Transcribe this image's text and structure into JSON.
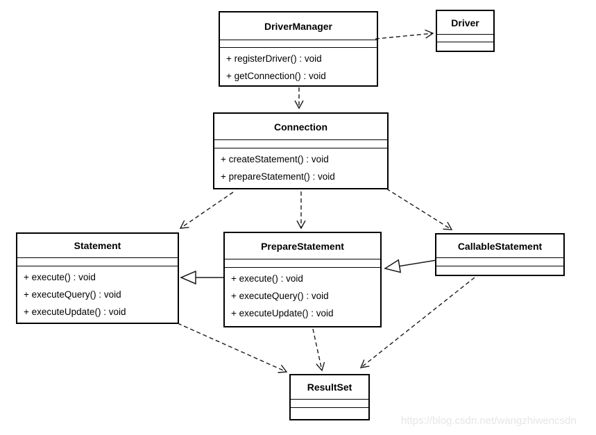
{
  "diagram": {
    "type": "uml-class-diagram",
    "classes": [
      {
        "name": "DriverManager",
        "methods": [
          "+ registerDriver() : void",
          "+ getConnection() : void"
        ]
      },
      {
        "name": "Driver",
        "methods": []
      },
      {
        "name": "Connection",
        "methods": [
          "+ createStatement() : void",
          "+ prepareStatement() : void"
        ]
      },
      {
        "name": "Statement",
        "methods": [
          "+ execute() : void",
          "+ executeQuery() : void",
          "+ executeUpdate() : void"
        ]
      },
      {
        "name": "PrepareStatement",
        "methods": [
          "+ execute() : void",
          "+ executeQuery() : void",
          "+ executeUpdate() : void"
        ]
      },
      {
        "name": "CallableStatement",
        "methods": []
      },
      {
        "name": "ResultSet",
        "methods": []
      }
    ],
    "relationships": [
      {
        "from": "DriverManager",
        "to": "Driver",
        "type": "dependency",
        "line": "dashed",
        "arrowhead": "open"
      },
      {
        "from": "DriverManager",
        "to": "Connection",
        "type": "dependency",
        "line": "dashed",
        "arrowhead": "open"
      },
      {
        "from": "Connection",
        "to": "Statement",
        "type": "dependency",
        "line": "dashed",
        "arrowhead": "open"
      },
      {
        "from": "Connection",
        "to": "PrepareStatement",
        "type": "dependency",
        "line": "dashed",
        "arrowhead": "open"
      },
      {
        "from": "Connection",
        "to": "CallableStatement",
        "type": "dependency",
        "line": "dashed",
        "arrowhead": "open"
      },
      {
        "from": "PrepareStatement",
        "to": "Statement",
        "type": "generalization",
        "line": "solid",
        "arrowhead": "hollow-triangle"
      },
      {
        "from": "CallableStatement",
        "to": "PrepareStatement",
        "type": "generalization",
        "line": "solid",
        "arrowhead": "hollow-triangle"
      },
      {
        "from": "Statement",
        "to": "ResultSet",
        "type": "dependency",
        "line": "dashed",
        "arrowhead": "open"
      },
      {
        "from": "PrepareStatement",
        "to": "ResultSet",
        "type": "dependency",
        "line": "dashed",
        "arrowhead": "open"
      },
      {
        "from": "CallableStatement",
        "to": "ResultSet",
        "type": "dependency",
        "line": "dashed",
        "arrowhead": "open"
      }
    ],
    "watermark": "https://blog.csdn.net/wangzhiwencsdn",
    "colors": {
      "line": "#000000",
      "background": "#ffffff",
      "watermark": "#e6e6e6"
    }
  }
}
